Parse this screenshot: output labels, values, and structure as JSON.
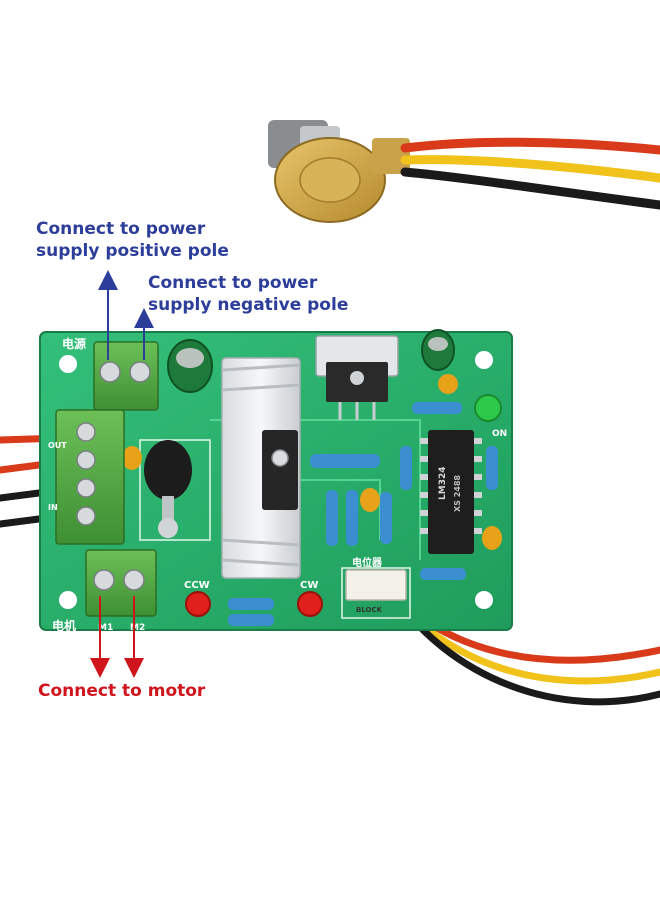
{
  "annotations": {
    "positive_line1": "Connect to power",
    "positive_line2": "supply positive pole",
    "negative_line1": "Connect to power",
    "negative_line2": "supply negative pole",
    "motor": "Connect to motor"
  },
  "board_markings": {
    "power": "电源",
    "motor": "电机",
    "out": "OUT",
    "in": "IN",
    "m1": "M1",
    "m2": "M2",
    "ccw": "CCW",
    "cw": "CW",
    "on": "ON",
    "pot": "电位器",
    "chip_line1": "LM324",
    "chip_line2": "XS 2488",
    "block": "BLOCK"
  },
  "colors": {
    "annotation_blue": "#2c3e9a",
    "annotation_red": "#d0141c",
    "pcb_green": "#27b26a",
    "terminal_green": "#5aa84a"
  }
}
